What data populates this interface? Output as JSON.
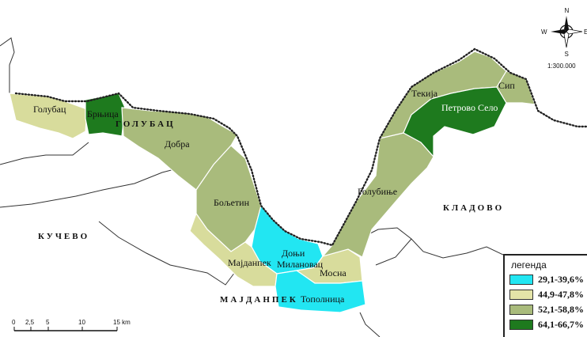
{
  "regions": [
    {
      "name": "Голубац",
      "color": "#d8dc9c"
    },
    {
      "name": "Брњица",
      "color": "#1e7a1e"
    },
    {
      "name": "Добра",
      "color": "#a9bb7c"
    },
    {
      "name": "Бољетин",
      "color": "#a9bb7c"
    },
    {
      "name": "Доњи Милановац",
      "color": "#22e6f2"
    },
    {
      "name": "Мајданпек",
      "color": "#d8dc9c"
    },
    {
      "name": "Мосна",
      "color": "#d8dc9c"
    },
    {
      "name": "Тополница",
      "color": "#22e6f2"
    },
    {
      "name": "Голубиње",
      "color": "#a9bb7c"
    },
    {
      "name": "Текија",
      "color": "#a9bb7c"
    },
    {
      "name": "Петрово Село",
      "color": "#1e7a1e"
    },
    {
      "name": "Сип",
      "color": "#a9bb7c"
    }
  ],
  "municipalities": [
    "ГОЛУБАЦ",
    "КУЧЕВО",
    "МАЈДАНПЕК",
    "КЛАДОВО"
  ],
  "compass": {
    "n": "N",
    "s": "S",
    "e": "E",
    "w": "W"
  },
  "scale_ratio": "1:300.000",
  "scale_bar": {
    "ticks": [
      "0",
      "2,5",
      "5",
      "10",
      "15 km"
    ]
  },
  "legend": {
    "title": "легенда",
    "items": [
      {
        "label": "29,1-39,6%",
        "color": "#22e6f2"
      },
      {
        "label": "44,9-47,8%",
        "color": "#e4e4a8"
      },
      {
        "label": "52,1-58,8%",
        "color": "#a9bb7c"
      },
      {
        "label": "64,1-66,7%",
        "color": "#1e7a1e"
      }
    ]
  }
}
